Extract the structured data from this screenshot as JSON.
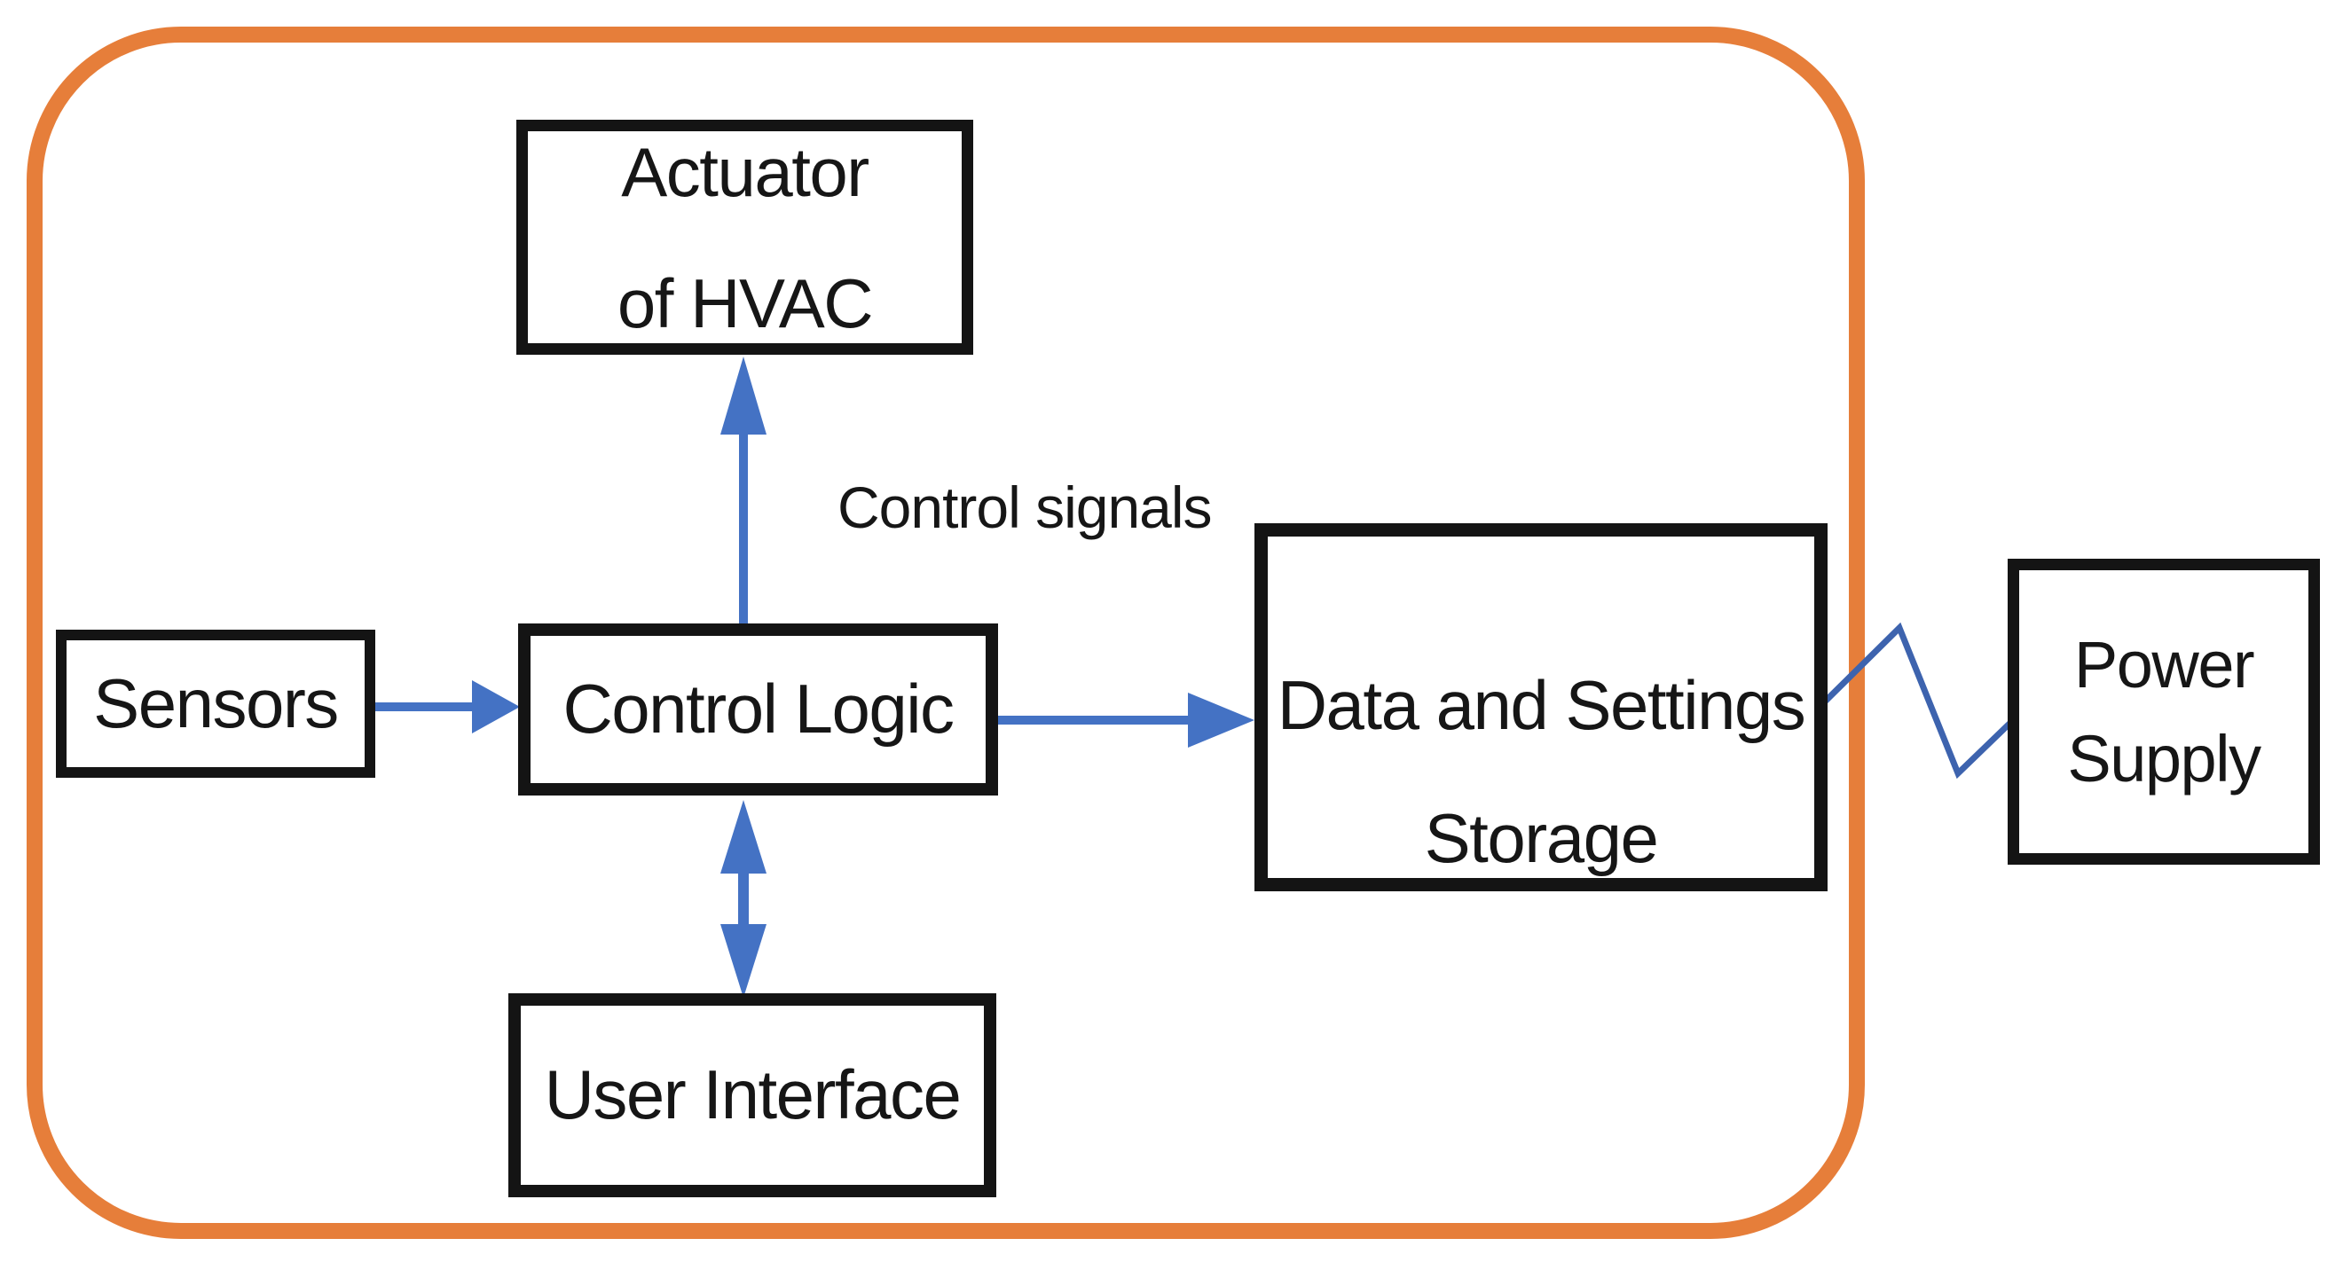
{
  "colors": {
    "frame": "#E67E3A",
    "arrow": "#4472C4",
    "connector": "#3D63AE",
    "box_border": "#141414",
    "text": "#161616",
    "background": "#FFFFFF"
  },
  "nodes": {
    "actuator": {
      "lines": [
        "Actuator",
        "of HVAC"
      ]
    },
    "sensors": {
      "label": "Sensors"
    },
    "control_logic": {
      "label": "Control Logic"
    },
    "user_interface": {
      "label": "User Interface"
    },
    "data_storage": {
      "lines": [
        "Data and Settings",
        "Storage"
      ]
    },
    "power_supply": {
      "lines": [
        "Power",
        "Supply"
      ]
    }
  },
  "labels": {
    "control_signals": "Control signals"
  },
  "edges": [
    {
      "from": "Sensors",
      "to": "Control Logic",
      "style": "arrow"
    },
    {
      "from": "Control Logic",
      "to": "Actuator of HVAC",
      "style": "arrow",
      "label": "Control signals"
    },
    {
      "from": "Control Logic",
      "to": "User Interface",
      "style": "double-arrow"
    },
    {
      "from": "Control Logic",
      "to": "Data and Settings Storage",
      "style": "arrow"
    },
    {
      "from": "Data and Settings Storage",
      "to": "Power Supply",
      "style": "zigzag"
    }
  ]
}
